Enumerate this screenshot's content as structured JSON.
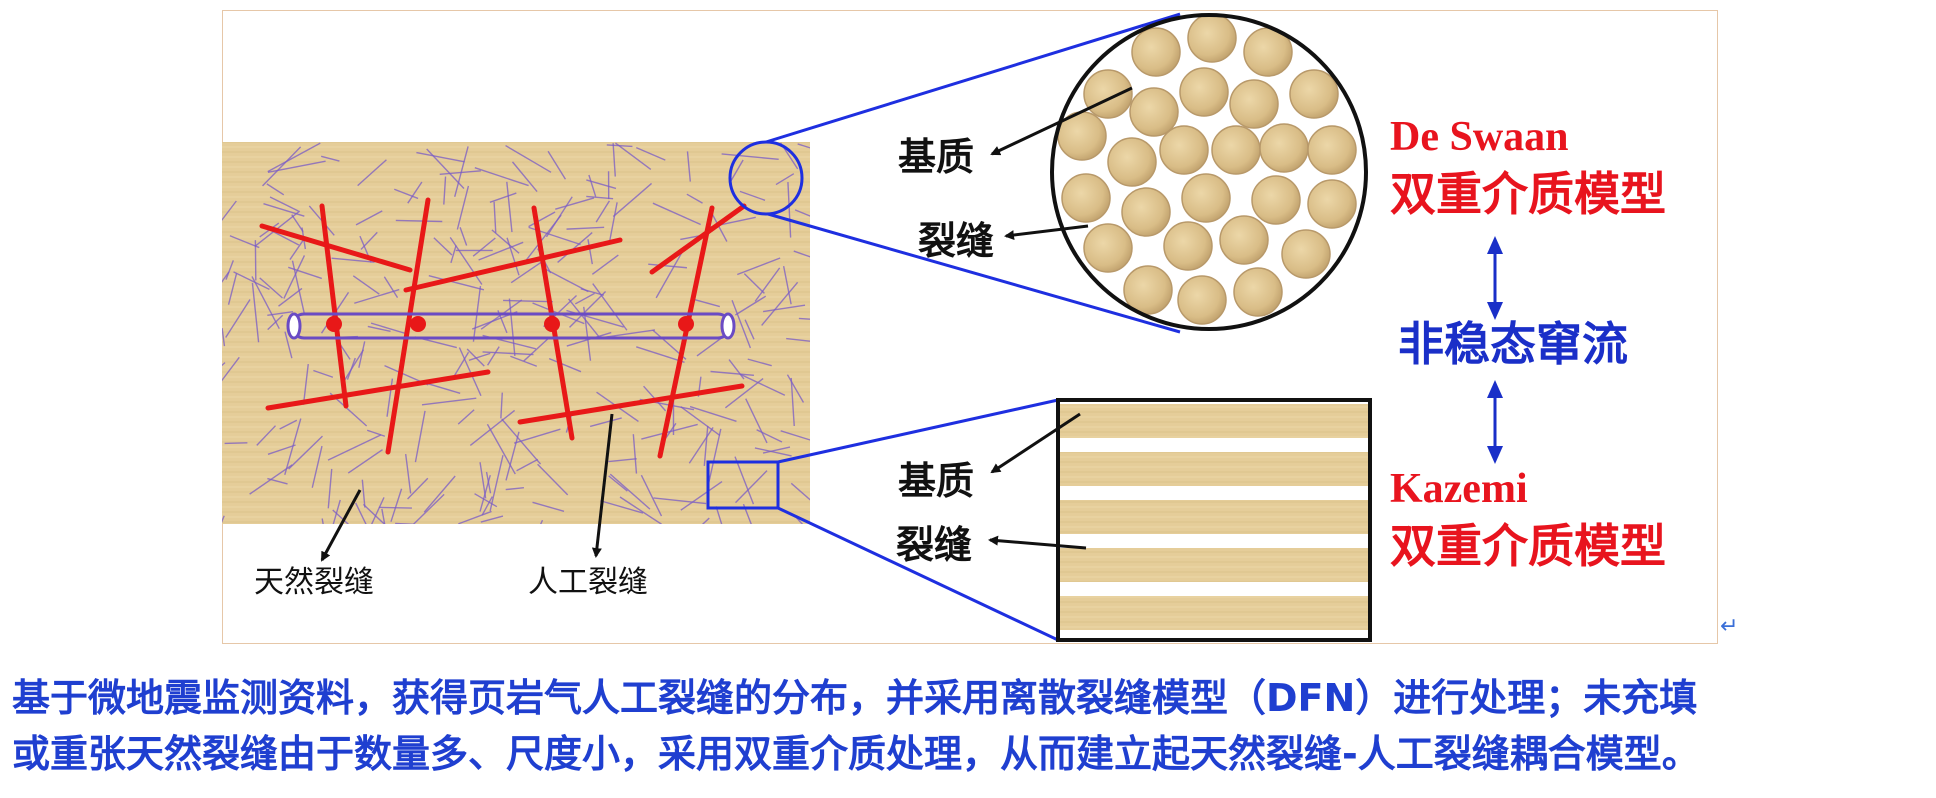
{
  "labels": {
    "natural_fracture": "天然裂缝",
    "artificial_fracture": "人工裂缝",
    "matrix": "基质",
    "fracture": "裂缝"
  },
  "models": {
    "top_name": "De Swaan",
    "top_model": "双重介质模型",
    "center": "非稳态窜流",
    "bottom_name": "Kazemi",
    "bottom_model": "双重介质模型"
  },
  "caption": {
    "line1": "基于微地震监测资料，获得页岩气人工裂缝的分布，并采用离散裂缝模型（DFN）进行处理；未充填",
    "line2": "或重张天然裂缝由于数量多、尺度小，采用双重介质处理，从而建立起天然裂缝-人工裂缝耦合模型。"
  },
  "colors": {
    "model_name_red": "#e8141e",
    "center_blue": "#1a2fc8",
    "caption_blue": "#1f3fd0",
    "zoom_line_blue": "#1e2fe0",
    "hydraulic_fracture_red": "#e81818",
    "well_purple": "#6a4bc4",
    "rock_tan": "#e7cf9d",
    "sphere_tan": "#dbbf8b"
  },
  "icons": {
    "return_mark": "↵"
  }
}
